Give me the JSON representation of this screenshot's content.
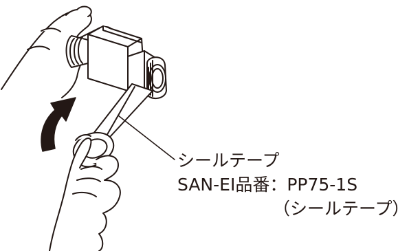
{
  "callout": {
    "title": "シールテープ",
    "part_number": "SAN-EI品番：PP75-1S",
    "sub": "（シールテープ）"
  },
  "colors": {
    "line": "#231815",
    "fill": "#ffffff",
    "arrow": "#231815"
  },
  "icons": {
    "rotation": "curved-arrow-icon"
  }
}
